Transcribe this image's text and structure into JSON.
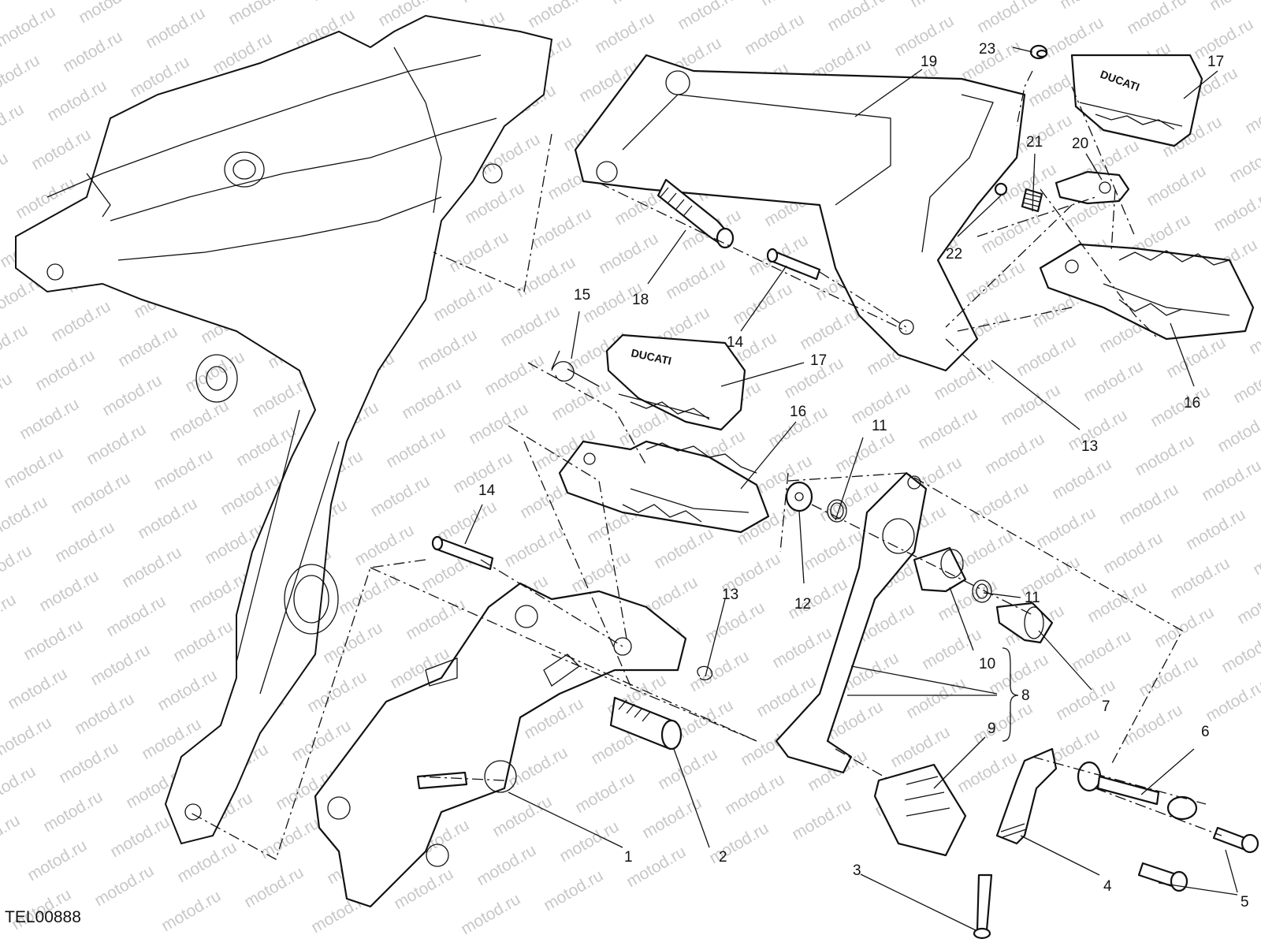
{
  "watermark": "motod.ru",
  "drawing_code": "TEL00888",
  "brand_mark": "DUCATI",
  "callouts": [
    "1",
    "2",
    "3",
    "4",
    "5",
    "6",
    "7",
    "8",
    "9",
    "10",
    "11",
    "11",
    "12",
    "13",
    "13",
    "14",
    "14",
    "15",
    "16",
    "16",
    "17",
    "17",
    "18",
    "19",
    "20",
    "21",
    "22",
    "23"
  ],
  "colors": {
    "line": "#111111",
    "watermark": "#c8c8c8",
    "background": "#ffffff"
  }
}
